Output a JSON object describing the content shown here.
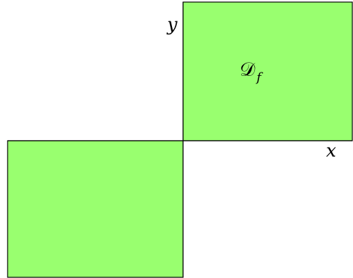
{
  "diagram": {
    "region_color": "#99ff6f",
    "stroke_color": "#000000",
    "labels": {
      "y_axis": "y",
      "x_axis": "x",
      "domain_main": "𝒟",
      "domain_sub": "f"
    }
  }
}
